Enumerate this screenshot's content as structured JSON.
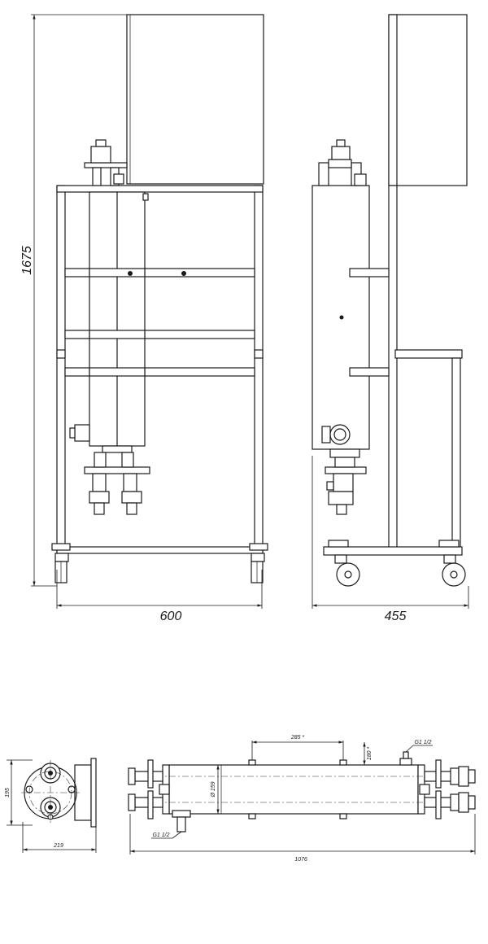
{
  "front_view": {
    "height_dim": "1675",
    "width_dim": "600"
  },
  "side_view": {
    "depth_dim": "455"
  },
  "end_view": {
    "height_dim": "195",
    "width_dim": "219"
  },
  "long_view": {
    "length_dim": "1076",
    "spacing_dim": "285 *",
    "offset_dim": "180 *",
    "diameter_dim": "Ø 159",
    "thread_top": "G1 1/2",
    "thread_bottom": "G1 1/2"
  }
}
